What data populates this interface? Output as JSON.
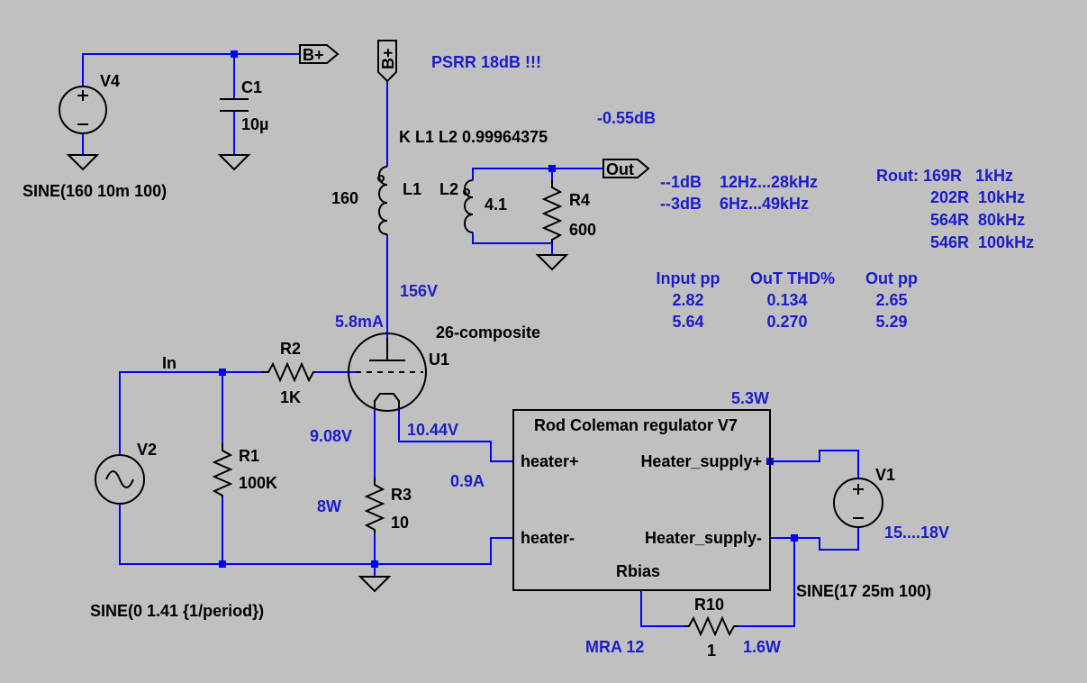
{
  "colors": {
    "background": "#c0c0c0",
    "wire": "#0000ff",
    "component": "#000000",
    "annotation": "#1c1ccc"
  },
  "nets": {
    "bplus_flag": "B+",
    "bplus_flag_vertical": "B+",
    "out_flag": "Out",
    "in_label": "In"
  },
  "components": {
    "v4": {
      "name": "V4",
      "spec": "SINE(160 10m 100)"
    },
    "c1": {
      "name": "C1",
      "value": "10µ"
    },
    "l1": {
      "name": "L1",
      "value": "160"
    },
    "l2": {
      "name": "L2",
      "value": "4.1"
    },
    "r4": {
      "name": "R4",
      "value": "600"
    },
    "coupling": "K L1 L2  0.99964375",
    "r2": {
      "name": "R2",
      "value": "1K"
    },
    "u1": {
      "name": "U1",
      "model": "26-composite"
    },
    "v2": {
      "name": "V2",
      "spec": "SINE(0 1.41 {1/period})"
    },
    "r1": {
      "name": "R1",
      "value": "100K"
    },
    "r3": {
      "name": "R3",
      "value": "10"
    },
    "regulator": {
      "title": "Rod Coleman regulator V7",
      "pin_heater_plus": "heater+",
      "pin_heater_minus": "heater-",
      "pin_supply_plus": "Heater_supply+",
      "pin_supply_minus": "Heater_supply-",
      "pin_rbias": "Rbias"
    },
    "v1": {
      "name": "V1",
      "spec": "SINE(17 25m 100)"
    },
    "r10": {
      "name": "R10",
      "value": "1"
    }
  },
  "annotations": {
    "psrr": "PSRR 18dB !!!",
    "gain": "-0.55dB",
    "bw1": "--1dB    12Hz...28kHz",
    "bw3": "--3dB    6Hz...49kHz",
    "rout": [
      "Rout: 169R   1kHz",
      "202R  10kHz",
      "564R  80kHz",
      "546R  100kHz"
    ],
    "table_headers": [
      "Input pp",
      "OuT THD%",
      "Out pp"
    ],
    "table_rows": [
      [
        "2.82",
        "0.134",
        "2.65"
      ],
      [
        "5.64",
        "0.270",
        "5.29"
      ]
    ],
    "anode_v": "156V",
    "anode_i": "5.8mA",
    "grid_v": "9.08V",
    "fil_v": "10.44V",
    "r3_power": "8W",
    "fil_i": "0.9A",
    "reg_power": "5.3W",
    "v1_range": "15....18V",
    "mra": "MRA 12",
    "r10_power": "1.6W"
  }
}
